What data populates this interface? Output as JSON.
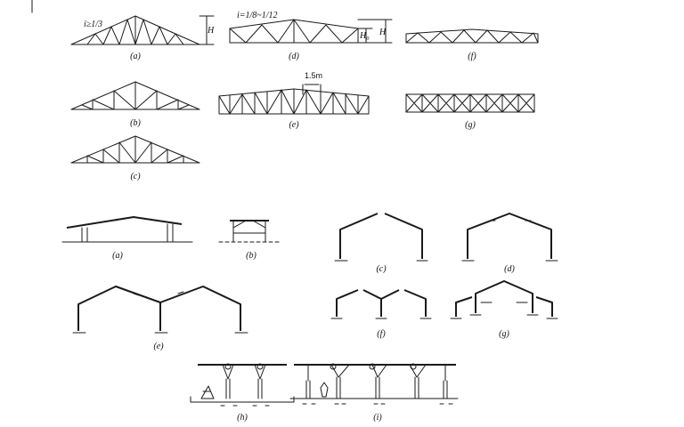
{
  "trusses": {
    "labels": {
      "a": "(a)",
      "b": "(b)",
      "c": "(c)",
      "d": "(d)",
      "e": "(e)",
      "f": "(f)",
      "g": "(g)"
    },
    "slope_a": "i≥1/3",
    "slope_d": "i=1/8~1/12",
    "height_label": "H",
    "end_height_label": "H₀",
    "panel_dim": "1.5m"
  },
  "frames": {
    "labels": {
      "a": "(a)",
      "b": "(b)",
      "c": "(c)",
      "d": "(d)",
      "e": "(e)",
      "f": "(f)",
      "g": "(g)",
      "h": "(h)",
      "i": "(i)"
    }
  }
}
